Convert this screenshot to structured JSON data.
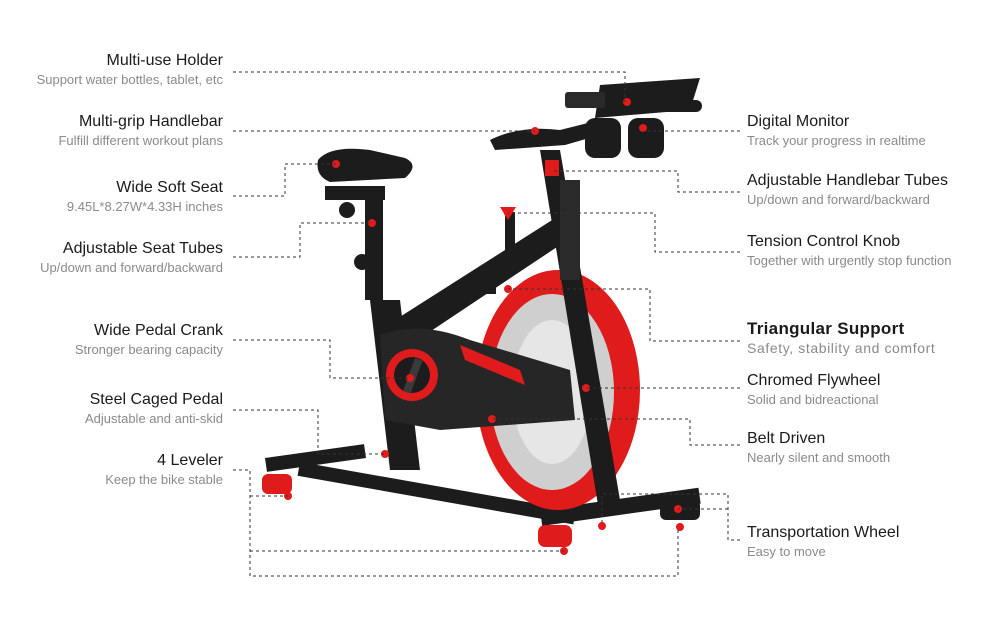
{
  "brand": {
    "accent": "#e01b1b",
    "frame": "#1c1c1c"
  },
  "left_labels": [
    {
      "title": "Multi-use Holder",
      "sub": "Support water bottles, tablet, etc"
    },
    {
      "title": "Multi-grip Handlebar",
      "sub": "Fulfill different workout plans"
    },
    {
      "title": "Wide Soft Seat",
      "sub": "9.45L*8.27W*4.33H inches"
    },
    {
      "title": "Adjustable Seat Tubes",
      "sub": "Up/down and forward/backward"
    },
    {
      "title": "Wide Pedal Crank",
      "sub": "Stronger bearing capacity"
    },
    {
      "title": "Steel Caged Pedal",
      "sub": "Adjustable and anti-skid"
    },
    {
      "title": "4 Leveler",
      "sub": "Keep the bike stable"
    }
  ],
  "right_labels": [
    {
      "title": "Digital Monitor",
      "sub": "Track your progress in realtime"
    },
    {
      "title": "Adjustable Handlebar Tubes",
      "sub": "Up/down and forward/backward"
    },
    {
      "title": "Tension Control Knob",
      "sub": "Together with urgently stop function"
    },
    {
      "title": "Triangular Support",
      "sub": "Safety, stability and comfort"
    },
    {
      "title": "Chromed Flywheel",
      "sub": "Solid and bidreactional"
    },
    {
      "title": "Belt Driven",
      "sub": "Nearly silent and smooth"
    },
    {
      "title": "Transportation Wheel",
      "sub": "Easy to move"
    }
  ]
}
